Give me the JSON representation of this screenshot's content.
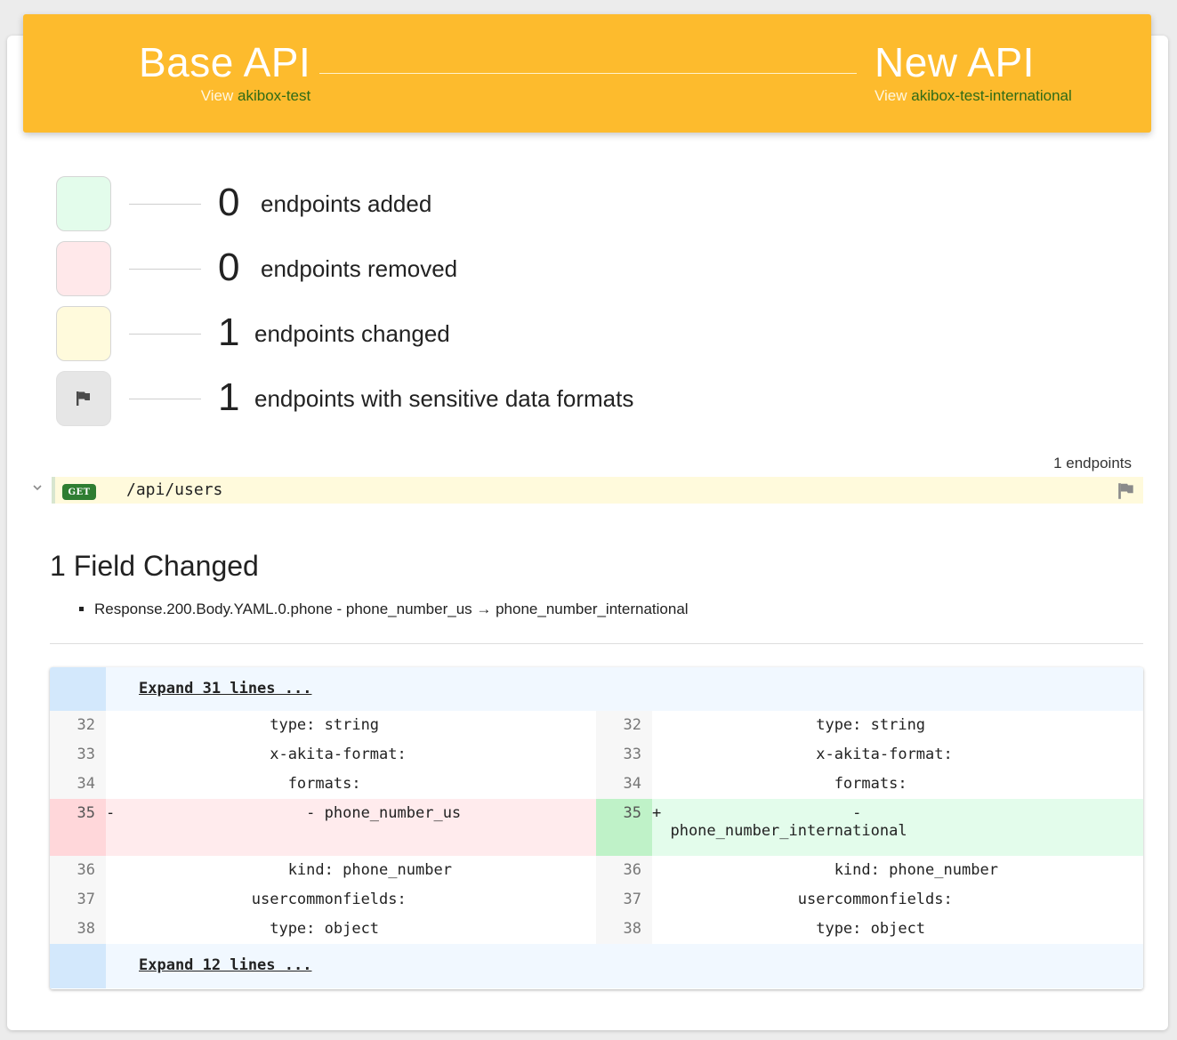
{
  "header": {
    "base": {
      "title": "Base API",
      "view_prefix": "View",
      "link": "akibox-test"
    },
    "new": {
      "title": "New API",
      "view_prefix": "View",
      "link": "akibox-test-international"
    }
  },
  "summary": [
    {
      "count": "0",
      "label": "endpoints added"
    },
    {
      "count": "0",
      "label": "endpoints removed"
    },
    {
      "count": "1",
      "label": "endpoints changed"
    },
    {
      "count": "1",
      "label": "endpoints with sensitive data formats",
      "icon": "flag-icon"
    }
  ],
  "endpoints": {
    "count_label": "1 endpoints",
    "items": [
      {
        "method": "GET",
        "path": "/api/users"
      }
    ]
  },
  "field_changes": {
    "title": "1 Field Changed",
    "items": [
      "Response.200.Body.YAML.0.phone - phone_number_us → phone_number_international"
    ]
  },
  "diff": {
    "expand_top": "Expand 31 lines ...",
    "expand_bottom": "Expand 12 lines ...",
    "lines": [
      {
        "left_no": "32",
        "left": "                  type: string",
        "right_no": "32",
        "right": "                  type: string"
      },
      {
        "left_no": "33",
        "left": "                  x-akita-format:",
        "right_no": "33",
        "right": "                  x-akita-format:"
      },
      {
        "left_no": "34",
        "left": "                    formats:",
        "right_no": "34",
        "right": "                    formats:"
      },
      {
        "left_no": "35",
        "left": "-                     - phone_number_us",
        "right_no": "35",
        "right": "+                     -",
        "right_wrap": "  phone_number_international",
        "type": "change"
      },
      {
        "left_no": "36",
        "left": "                    kind: phone_number",
        "right_no": "36",
        "right": "                    kind: phone_number"
      },
      {
        "left_no": "37",
        "left": "                usercommonfields:",
        "right_no": "37",
        "right": "                usercommonfields:"
      },
      {
        "left_no": "38",
        "left": "                  type: object",
        "right_no": "38",
        "right": "                  type: object"
      }
    ]
  }
}
